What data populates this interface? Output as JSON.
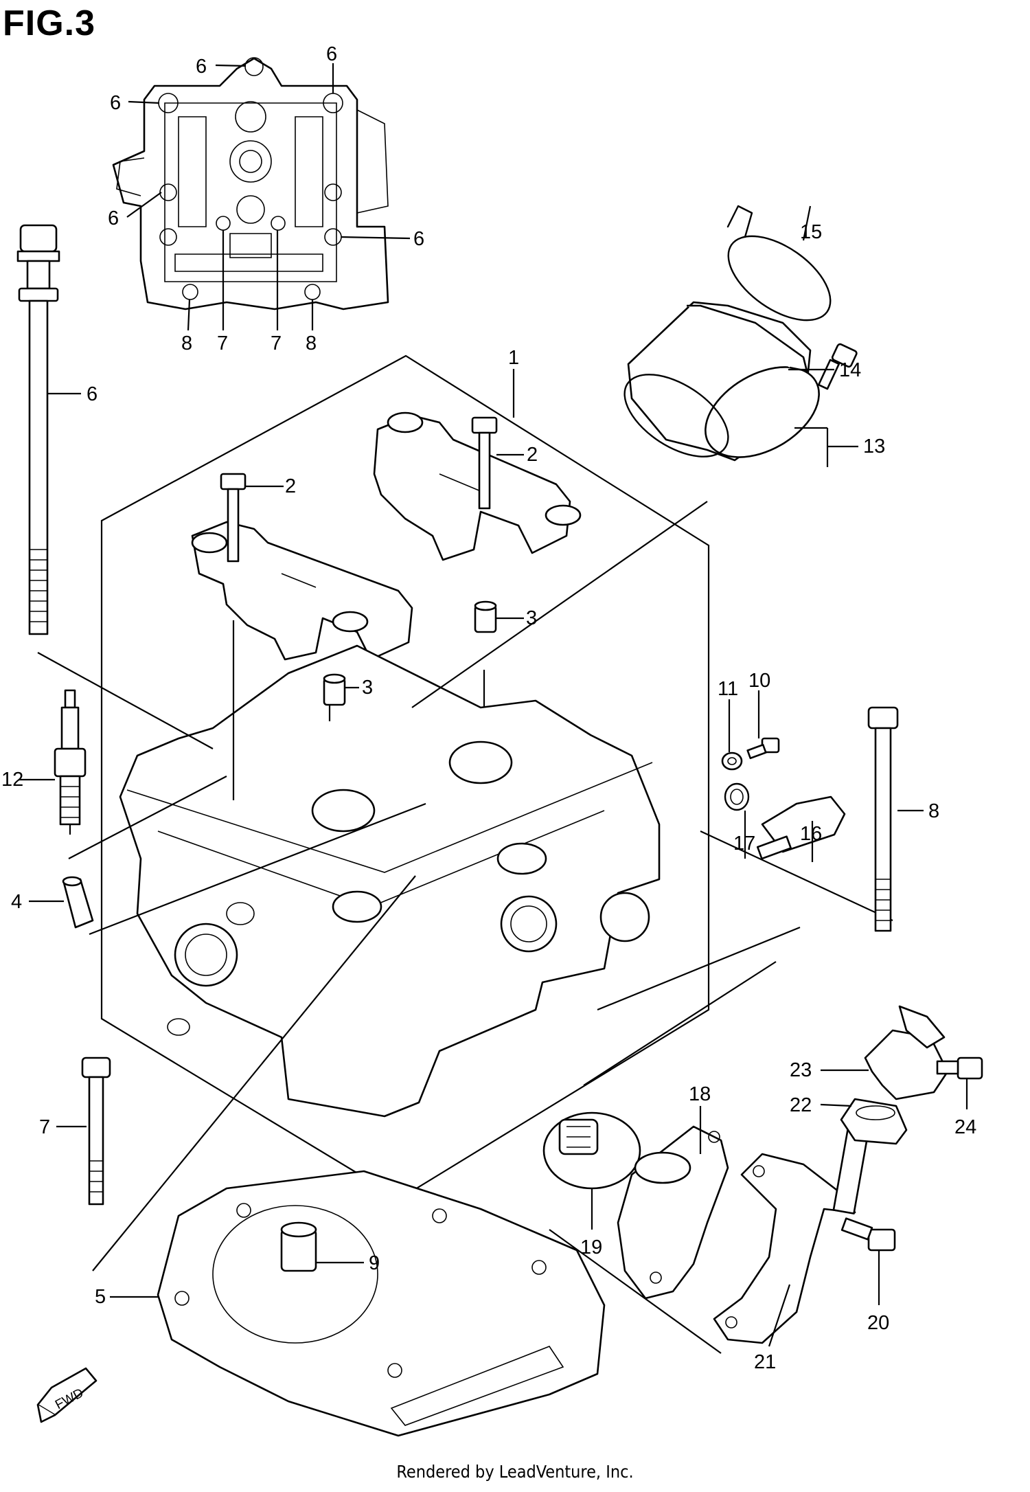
{
  "figure": {
    "title": "FIG.3"
  },
  "footer": {
    "text": "Rendered by LeadVenture, Inc."
  },
  "fwd_label": "FWD",
  "callouts": {
    "c1": "1",
    "c2a": "2",
    "c2b": "2",
    "c3a": "3",
    "c3b": "3",
    "c4": "4",
    "c5": "5",
    "c6_top": "6",
    "c6_tl": "6",
    "c6_tr": "6",
    "c6_ml": "6",
    "c6_mr": "6",
    "c6_bolt": "6",
    "c7_l": "7",
    "c7_r": "7",
    "c7_bolt": "7",
    "c8_l": "8",
    "c8_r": "8",
    "c8_bolt": "8",
    "c9": "9",
    "c10": "10",
    "c11": "11",
    "c12": "12",
    "c13": "13",
    "c14": "14",
    "c15": "15",
    "c16": "16",
    "c17": "17",
    "c18": "18",
    "c19": "19",
    "c20": "20",
    "c21": "21",
    "c22": "22",
    "c23": "23",
    "c24": "24"
  }
}
